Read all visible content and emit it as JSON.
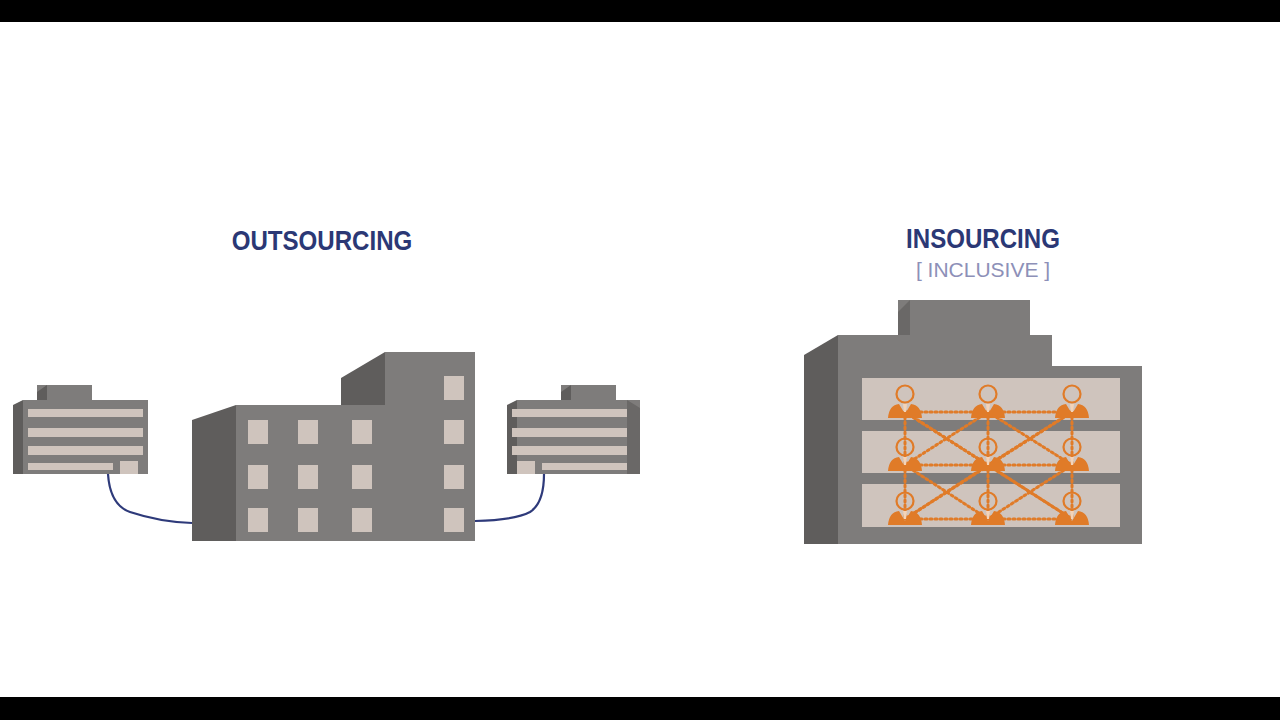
{
  "diagram": {
    "labels": [
      "OUTSOURCING",
      "INSOURCING",
      "[ INCLUSIVE ]"
    ]
  }
}
